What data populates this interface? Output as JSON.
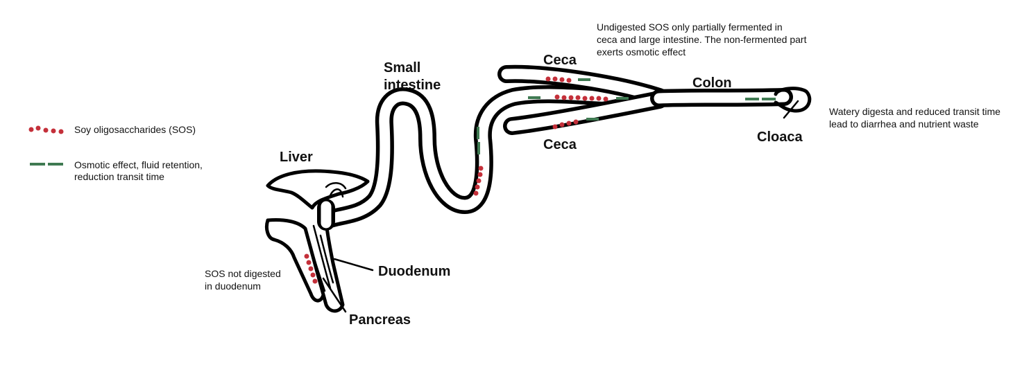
{
  "colors": {
    "sos_dot": "#c4303a",
    "osmotic_dash": "#3f7a52",
    "outline": "#000000",
    "background": "#ffffff"
  },
  "legend": {
    "sos_label": "Soy oligosaccharides (SOS)",
    "osmotic_label_line1": "Osmotic effect, fluid retention,",
    "osmotic_label_line2": "reduction transit time"
  },
  "organs": {
    "liver": "Liver",
    "small_intestine_line1": "Small",
    "small_intestine_line2": "intestine",
    "duodenum": "Duodenum",
    "pancreas": "Pancreas",
    "ceca_upper": "Ceca",
    "ceca_lower": "Ceca",
    "colon": "Colon",
    "cloaca": "Cloaca"
  },
  "notes": {
    "duodenum_line1": "SOS not digested",
    "duodenum_line2": "in duodenum",
    "ceca_line1": "Undigested SOS only partially fermented in",
    "ceca_line2": "ceca and large intestine. The non-fermented part",
    "ceca_line3": "exerts osmotic effect",
    "cloaca_line1": "Watery digesta and reduced transit time",
    "cloaca_line2": "lead to diarrhea and nutrient waste"
  }
}
